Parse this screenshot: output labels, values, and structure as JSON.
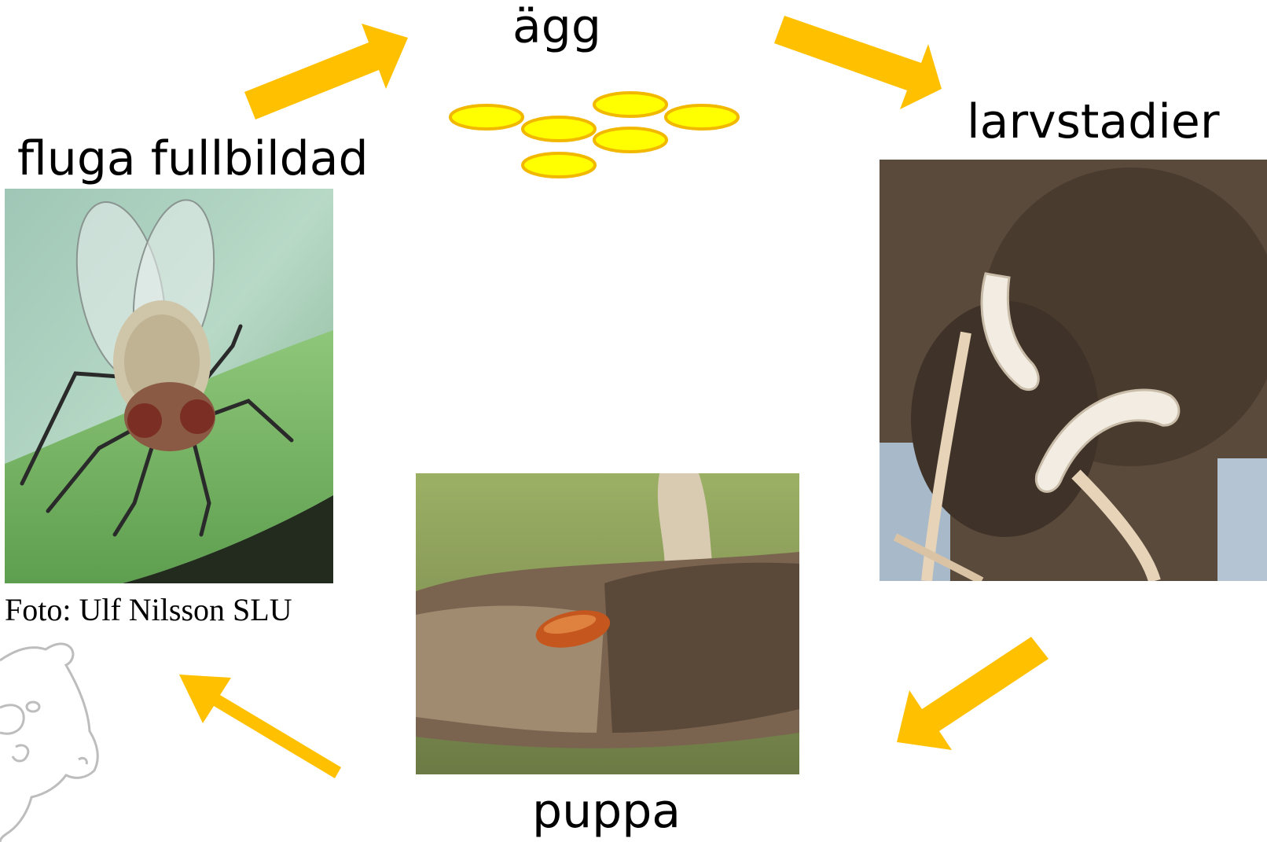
{
  "stages": {
    "egg": {
      "label": "ägg"
    },
    "larva": {
      "label": "larvstadier"
    },
    "pupa": {
      "label": "puppa"
    },
    "adult": {
      "label": "fluga fullbildad"
    }
  },
  "credit": "Foto: Ulf Nilsson SLU",
  "colors": {
    "arrow": "#FFC000",
    "egg_fill": "#FFFF00",
    "egg_stroke": "#F2B800",
    "watermark_stroke": "#BDBDBD"
  },
  "icons": {
    "arrows": "block-arrow",
    "watermark": "cow-head-outline"
  }
}
